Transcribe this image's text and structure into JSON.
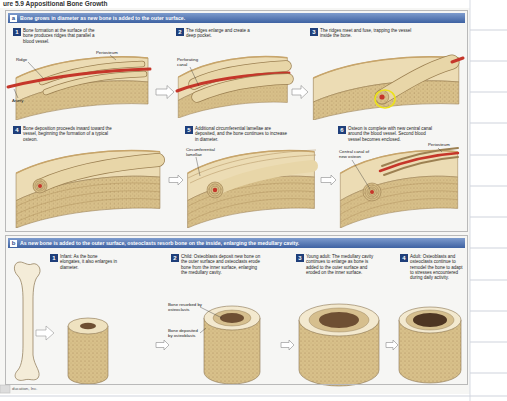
{
  "diagram": {
    "title": "ure 5.9 Appositional Bone Growth",
    "nodes": [
      {
        "text": [
          "a",
          "Bone grows in diameter as new bone is added to the outer surface."
        ]
      },
      {
        "text": [
          "1",
          "Bone formation at the surface of the bone produces ridges that parallel a blood vessel."
        ],
        "in": 0
      },
      {
        "text": [
          "2",
          "The ridges enlarge and create a deep pocket."
        ],
        "in": 0
      },
      {
        "text": [
          "3",
          "The ridges meet and fuse, trapping the vessel inside the bone."
        ],
        "in": 0
      },
      {
        "text": [
          "4",
          "Bone deposition proceeds inward toward the vessel, beginning the formation of a typical osteon."
        ],
        "in": 0
      },
      {
        "text": [
          "5",
          "Additional circumferential lamellae are deposited, and the bone continues to increase in diameter."
        ],
        "in": 0
      },
      {
        "text": [
          "6",
          "Osteon is complete with new central canal around the blood vessel. Second blood vessel becomes enclosed."
        ],
        "in": 0
      },
      {
        "text": [
          "b",
          "As new bone is added to the outer surface, osteoclasts resorb bone on the inside, enlarging the medullary cavity."
        ]
      },
      {
        "text": [
          "1",
          "Infant: As the bone elongates, it also enlarges in diameter."
        ],
        "in": 7
      },
      {
        "text": [
          "2",
          "Child: Osteoblasts deposit new bone on the outer surface and osteoclasts erode bone from the inner surface, enlarging the medullary cavity."
        ],
        "in": 7
      },
      {
        "text": [
          "3",
          "Young adult: The medullary cavity continues to enlarge as bone is added to the outer surface and eroded on the inner surface."
        ],
        "in": 7
      },
      {
        "text": [
          "4",
          "Adult: Osteoblasts and osteoclasts continue to remodel the bone to adapt to stresses encountered during daily activity."
        ],
        "in": 7
      }
    ],
    "edges": [
      {
        "from": 1,
        "to": 2,
        "arrow": "to"
      },
      {
        "from": 2,
        "to": 3,
        "arrow": "to"
      },
      {
        "from": 4,
        "to": 5,
        "arrow": "to"
      },
      {
        "from": 5,
        "to": 6,
        "arrow": "to"
      },
      {
        "from": 8,
        "to": 9,
        "arrow": "to"
      },
      {
        "from": 9,
        "to": 10,
        "arrow": "to"
      },
      {
        "from": 10,
        "to": 11,
        "arrow": "to"
      }
    ],
    "labels": [
      "Ridge",
      "Periosteum",
      "Artery",
      "Perforating canal",
      "Circumferential lamellae",
      "Periosteum",
      "Central canal of new osteon",
      "Bone resorbed by osteoclasts",
      "Bone deposited by osteoblasts",
      "ducation, Inc."
    ]
  }
}
